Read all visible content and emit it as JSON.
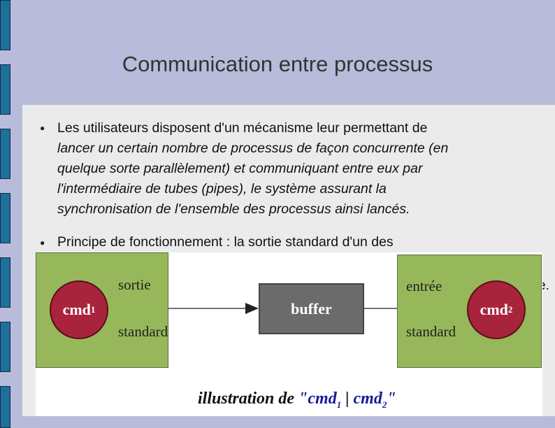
{
  "slide": {
    "title": "Communication entre processus"
  },
  "bullets": [
    {
      "lines": [
        {
          "text": "Les utilisateurs disposent d'un mécanisme leur permettant de",
          "italic": false
        },
        {
          "text": "lancer un certain nombre de processus de façon concurrente (en",
          "italic": true
        },
        {
          "text": "quelque sorte parallèlement) et communiquant entre eux par",
          "italic": true
        },
        {
          "text": "l'intermédiaire de tubes (pipes), le système assurant la",
          "italic": true
        },
        {
          "text": "synchronisation de l'ensemble des processus ainsi lancés.",
          "italic": true
        }
      ]
    },
    {
      "lines": [
        {
          "text": "Principe de fonctionnement : la sortie standard d'un des",
          "italic": false
        }
      ],
      "trailing_fragment": "e."
    }
  ],
  "figure": {
    "left_box": {
      "circle_label": "cmd",
      "circle_sub": "1",
      "top_label": "sortie",
      "bottom_label": "standard"
    },
    "buffer_label": "buffer",
    "right_box": {
      "circle_label": "cmd",
      "circle_sub": "2",
      "top_label": "entrée",
      "bottom_label": "standard"
    },
    "caption": {
      "prefix": "illustration de ",
      "quote_open": "\"",
      "cmd1": "cmd",
      "sub1": "1",
      "pipe": " | ",
      "cmd2": "cmd",
      "sub2": "2",
      "quote_close": "\""
    }
  },
  "colors": {
    "background": "#b8bcda",
    "content_panel": "#ebebeb",
    "box_green": "#97b85a",
    "circle_red": "#a8243c",
    "buffer_gray": "#6b6b6b",
    "sidebar_blue": "#1f6f9c"
  }
}
